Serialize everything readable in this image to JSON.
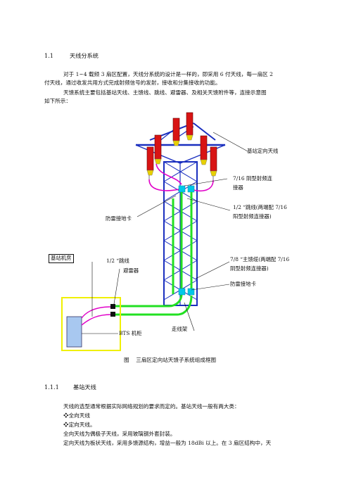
{
  "section": {
    "number": "1.1",
    "title": "天线分系统"
  },
  "intro": {
    "line1": "对于 1~4 载频 3 扇区配置，天线分系统的设计是一样的，即采用 6 付天线，每一扇区 2",
    "line2": "付天线，通过收发共用方式完成射频信号的发射，接收和分集接收的功能。",
    "line3": "天馈系统主要包括基站天线、主馈线、跳线、避雷器、及相关天馈附件等，连接示意图",
    "line4": "如下所示："
  },
  "diagram": {
    "labels": {
      "antenna": "基站定向天线",
      "connector1": "7/16 阴型射频连",
      "connector2": "接器",
      "jumper1": "1/2 “跳线(两端配 7/16",
      "jumper2": "阳型射频连接器)",
      "ground_upper": "防雷接地卡",
      "room": "基站机房",
      "jumper_short": "1/2 “跳线",
      "arrester": "避雷器",
      "feeder1": "7/8 “主馈缆(两端配 7/16",
      "feeder2": "阴型射频连接器)",
      "ground_lower": "防雷接地卡",
      "tray": "走线架",
      "bts": "BTS 机柜"
    },
    "caption": "图    三扇区定向站天馈子系统组成框图",
    "colors": {
      "tower": "#1a2fbf",
      "antenna": "#d81414",
      "connector": "#e8d000",
      "jumper": "#e000c8",
      "feeder": "#22e022",
      "room": "#f0f000",
      "bts": "#a8c8f0",
      "arrester": "#00c8e8"
    }
  },
  "subsection": {
    "number": "1.1.1",
    "title": "基站天线"
  },
  "body": {
    "line1": "天线的选型通常根据实际网络规划的要求而定的。基站天线一般有两大类：",
    "bullet1": "❖全向天线",
    "bullet2": "❖定向天线。",
    "line2": "全向天线为偶极子天线，采用玻璃钢外套封装。",
    "line3": "定向天线为板状天线，采用多馈源结构，增益一般为 18dBi 以上。在 3 扇区结构中，天"
  }
}
